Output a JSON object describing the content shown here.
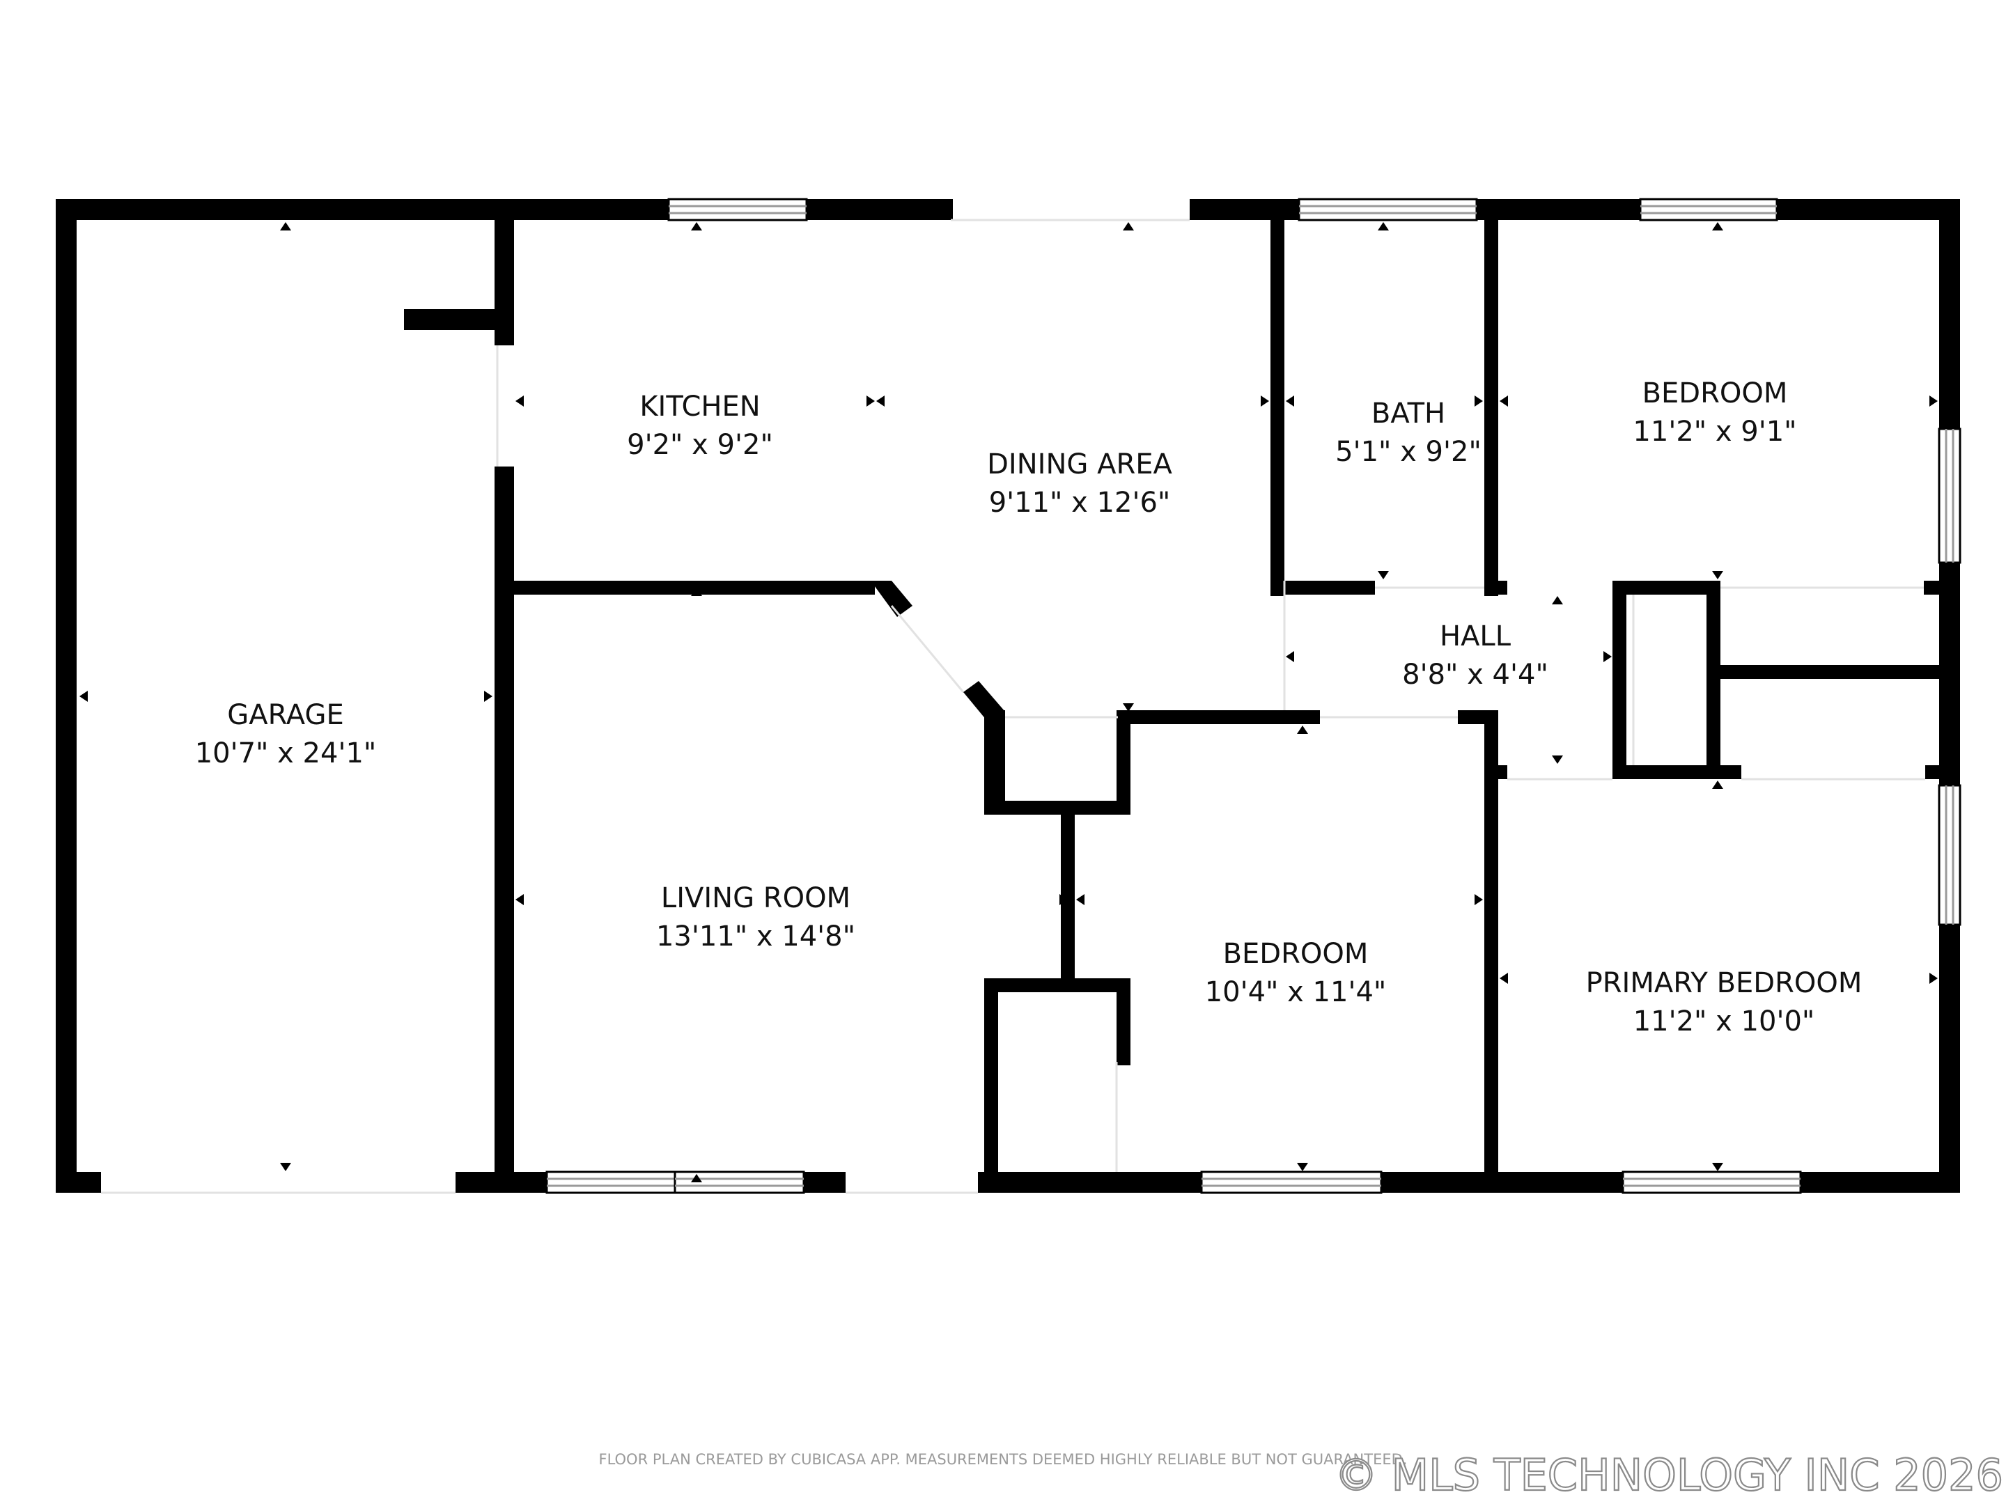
{
  "rooms": [
    {
      "name": "GARAGE",
      "size": "10'7\" x 24'1\""
    },
    {
      "name": "KITCHEN",
      "size": "9'2\" x 9'2\""
    },
    {
      "name": "DINING AREA",
      "size": "9'11\" x 12'6\""
    },
    {
      "name": "BATH",
      "size": "5'1\" x 9'2\""
    },
    {
      "name": "BEDROOM",
      "size": "11'2\" x 9'1\""
    },
    {
      "name": "HALL",
      "size": "8'8\" x 4'4\""
    },
    {
      "name": "LIVING ROOM",
      "size": "13'11\" x 14'8\""
    },
    {
      "name": "BEDROOM",
      "size": "10'4\" x 11'4\""
    },
    {
      "name": "PRIMARY BEDROOM",
      "size": "11'2\" x 10'0\""
    }
  ],
  "disclaimer": "FLOOR PLAN CREATED BY CUBICASA APP. MEASUREMENTS DEEMED HIGHLY RELIABLE BUT NOT GUARANTEED.",
  "watermark": "© MLS TECHNOLOGY INC 2026",
  "colors": {
    "wall": "#000000",
    "window": "#9a9a9a",
    "background": "#ffffff"
  }
}
